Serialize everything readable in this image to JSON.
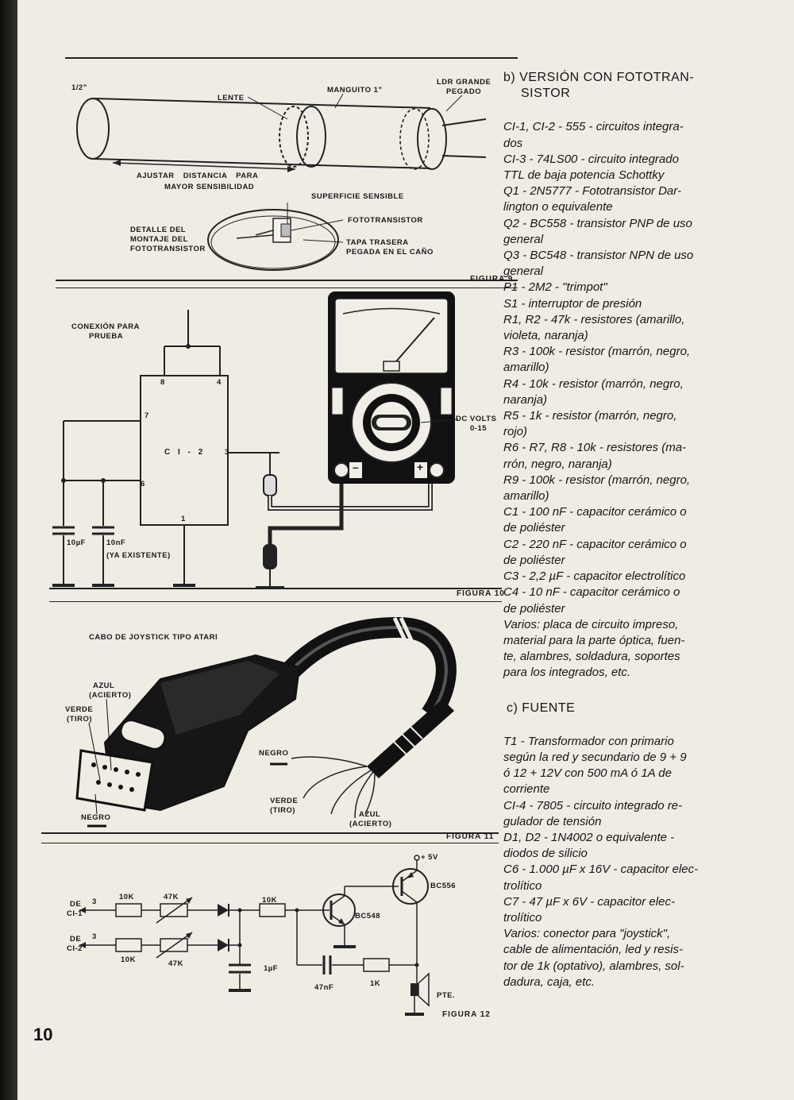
{
  "page_number": "10",
  "figures": {
    "fig9": {
      "label": "FIGURA 9",
      "half_inch": "1/2\"",
      "lente": "LENTE",
      "manguito": "MANGUITO 1\"",
      "ldr": [
        "LDR GRANDE",
        "PEGADO"
      ],
      "ajustar": [
        "AJUSTAR DISTANCIA PARA",
        "MAYOR SENSIBILIDAD"
      ],
      "superficie": "SUPERFICIE SENSIBLE",
      "fototransistor": "FOTOTRANSISTOR",
      "tapa": [
        "TAPA TRASERA",
        "PEGADA EN EL CAÑO"
      ],
      "detalle": [
        "DETALLE DEL",
        "MONTAJE DEL",
        "FOTOTRANSISTOR"
      ]
    },
    "fig10": {
      "label": "FIGURA 10",
      "conexion": [
        "CONEXIÓN PARA",
        "PRUEBA"
      ],
      "ic_name": "C I - 2",
      "pins": [
        "8",
        "4",
        "7",
        "3",
        "6",
        "1"
      ],
      "cap1": "10µF",
      "cap2": "10nF",
      "existente": "(YA EXISTENTE)",
      "dc_volts": [
        "DC VOLTS",
        "0-15"
      ],
      "minus": "–",
      "plus": "+"
    },
    "fig11": {
      "label": "FIGURA 11",
      "cabo": "CABO DE JOYSTICK TIPO ATARI",
      "azul_top": [
        "AZUL",
        "(ACIERTO)"
      ],
      "verde_top": [
        "VERDE",
        "(TIRO)"
      ],
      "negro_left": "NEGRO",
      "negro_wire": "NEGRO",
      "verde_wire": [
        "VERDE",
        "(TIRO)"
      ],
      "azul_wire": [
        "AZUL",
        "(ACIERTO)"
      ]
    },
    "fig12": {
      "label": "FIGURA 12",
      "de_ci1": [
        "DE",
        "CI-1"
      ],
      "de_ci2": [
        "DE",
        "CI-2"
      ],
      "pin3a": "3",
      "pin3b": "3",
      "r10k_a": "10K",
      "r47k_a": "47K",
      "r10k_b": "10K",
      "r47k_b": "47K",
      "r10k_c": "10K",
      "bc548": "BC548",
      "bc556": "BC556",
      "plus5v": "+ 5V",
      "c1uf": "1µF",
      "c47nf": "47nF",
      "r1k": "1K",
      "pte": "PTE."
    }
  },
  "parts": {
    "b_heading": [
      "b) VERSIÓN CON FOTOTRAN-",
      "SISTOR"
    ],
    "b_items": [
      [
        "CI-1, CI-2 - 555 - circuitos integra-",
        "dos"
      ],
      [
        "CI-3 - 74LS00 - circuito integrado",
        "TTL de baja potencia Schottky"
      ],
      [
        "Q1 - 2N5777 - Fototransistor Dar-",
        "lington o equivalente"
      ],
      [
        "Q2 - BC558 - transistor PNP de uso",
        "general"
      ],
      [
        "Q3 - BC548 - transistor NPN de uso",
        "general"
      ],
      [
        "P1 - 2M2 - \"trimpot\""
      ],
      [
        "S1 - interruptor de presión"
      ],
      [
        "R1, R2 - 47k - resistores (amarillo,",
        "violeta, naranja)"
      ],
      [
        "R3 - 100k - resistor (marrón, negro,",
        "amarillo)"
      ],
      [
        "R4 - 10k - resistor (marrón, negro,",
        "naranja)"
      ],
      [
        "R5 - 1k - resistor (marrón, negro,",
        "rojo)"
      ],
      [
        "R6 - R7, R8 - 10k - resistores (ma-",
        "rrón, negro, naranja)"
      ],
      [
        "R9 - 100k - resistor (marrón, negro,",
        "amarillo)"
      ],
      [
        "C1 - 100 nF - capacitor cerámico o",
        "de poliéster"
      ],
      [
        "C2 - 220 nF - capacitor cerámico o",
        "de poliéster"
      ],
      [
        "C3 - 2,2 µF - capacitor electrolítico"
      ],
      [
        "C4 - 10 nF - capacitor cerámico o",
        "de poliéster"
      ],
      [
        "Varios: placa de circuito impreso,",
        "material para la parte óptica, fuen-",
        "te, alambres, soldadura, soportes",
        "para los integrados, etc."
      ]
    ],
    "c_heading": "c) FUENTE",
    "c_items": [
      [
        "T1 - Transformador con primario",
        "según la red y secundario de 9 + 9",
        "ó 12 + 12V con 500 mA ó 1A de",
        "corriente"
      ],
      [
        "CI-4 - 7805 - circuito integrado re-",
        "gulador de tensión"
      ],
      [
        "D1, D2 - 1N4002 o equivalente -",
        "diodos de silicio"
      ],
      [
        "C6 - 1.000 µF x 16V - capacitor elec-",
        "trolítico"
      ],
      [
        "C7 - 47 µF x 6V - capacitor elec-",
        "trolítico"
      ],
      [
        "Varios: conector para \"joystick\",",
        "cable de alimentación, led y resis-",
        "tor de 1k (optativo), alambres, sol-",
        "dadura, caja, etc."
      ]
    ]
  }
}
